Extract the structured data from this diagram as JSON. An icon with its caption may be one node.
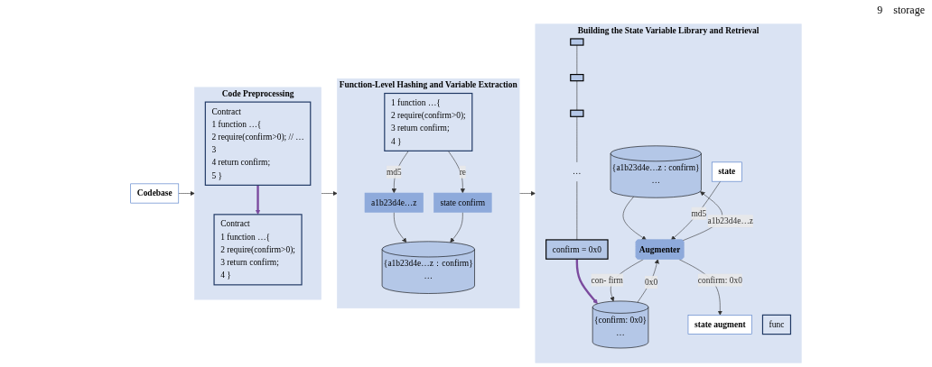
{
  "diagram": {
    "nodes": [
      {
        "text": [
          "Codebase"
        ]
      },
      {
        "text": [
          "Code Preprocessing"
        ]
      },
      {
        "text": [
          "Contract",
          "1 function …{",
          "2 require(confirm>0); // …",
          "3",
          "4 return confirm;",
          "5 }"
        ],
        "in": 1
      },
      {
        "text": [
          "Contract",
          "1 function …{",
          "2 require(confirm>0);",
          "3 return confirm;",
          "4 }"
        ],
        "in": 1
      },
      {
        "text": [
          "Function-Level Hashing and Variable Extraction"
        ]
      },
      {
        "text": [
          "1 function …{",
          "2 require(confirm>0);",
          "3 return confirm;",
          "4 }"
        ],
        "in": 4
      },
      {
        "text": [
          "a1b23d4e…z"
        ],
        "in": 4
      },
      {
        "text": [
          "state confirm"
        ],
        "in": 4
      },
      {
        "text": [
          "{a1b23d4e…z：confirm}",
          "…"
        ],
        "in": 4
      },
      {
        "text": [
          "Building the State Variable Library and Retrieval"
        ]
      },
      {
        "text": [
          "{a1b23d4e…z : confirm}",
          "…"
        ],
        "in": 9
      },
      {
        "text": [],
        "shape": "box",
        "in": 9
      },
      {
        "text": [],
        "shape": "box",
        "in": 9
      },
      {
        "text": [],
        "shape": "box",
        "in": 9
      },
      {
        "text": [
          "…"
        ],
        "in": 9
      },
      {
        "text": [
          "confirm = 0x0"
        ],
        "in": 9
      },
      {
        "text": [
          "func"
        ],
        "in": 9
      },
      {
        "text": [
          "state"
        ],
        "in": 9
      },
      {
        "text": [
          "Augmenter"
        ],
        "in": 9
      },
      {
        "text": [
          "{confirm: 0x0}",
          "…"
        ],
        "in": 9
      },
      {
        "text": [
          "state augment"
        ],
        "in": 9
      }
    ],
    "edges": [
      {
        "from": 0,
        "to": 1,
        "arrow": "to"
      },
      {
        "from": 2,
        "to": 3,
        "arrow": "to",
        "style": "thick",
        "color": "#7b4a9e"
      },
      {
        "from": 1,
        "to": 4,
        "arrow": "to"
      },
      {
        "from": 5,
        "to": 6,
        "arrow": "to",
        "label": "md5"
      },
      {
        "from": 5,
        "to": 7,
        "arrow": "to",
        "label": "re"
      },
      {
        "from": 6,
        "to": 8,
        "arrow": "to"
      },
      {
        "from": 7,
        "to": 8,
        "arrow": "to"
      },
      {
        "from": 4,
        "to": 9,
        "arrow": "to"
      },
      {
        "from": 11,
        "to": 12,
        "arrow": "none"
      },
      {
        "from": 12,
        "to": 13,
        "arrow": "none"
      },
      {
        "from": 13,
        "to": 14,
        "arrow": "none"
      },
      {
        "from": 14,
        "to": 15,
        "arrow": "none"
      },
      {
        "from": 15,
        "to": 19,
        "arrow": "to",
        "style": "thick",
        "color": "#7b4a9e"
      },
      {
        "from": 18,
        "to": 10,
        "arrow": "to",
        "label": "a1b23d4e…z"
      },
      {
        "from": 10,
        "to": 18,
        "arrow": "to"
      },
      {
        "from": 17,
        "to": 18,
        "arrow": "to",
        "label": "md5"
      },
      {
        "from": 18,
        "to": 19,
        "arrow": "to",
        "label": "con- firm"
      },
      {
        "from": 19,
        "to": 18,
        "arrow": "to",
        "label": "0x0"
      },
      {
        "from": 18,
        "to": 20,
        "arrow": "to",
        "label": "confirm: 0x0"
      }
    ],
    "labels": [
      "9",
      "storage"
    ]
  }
}
